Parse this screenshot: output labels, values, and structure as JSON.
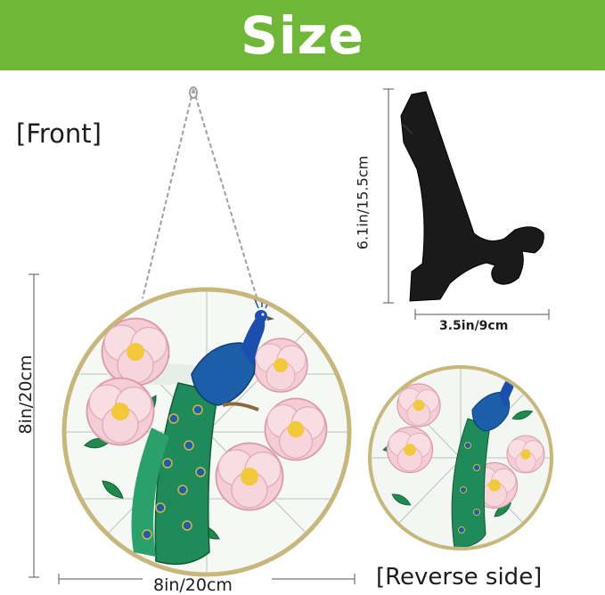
{
  "banner": {
    "title": "Size"
  },
  "front": {
    "label": "[Front]",
    "width_label": "8in/20cm",
    "height_label": "8in/20cm"
  },
  "stand": {
    "height_label": "6.1in/15.5cm",
    "width_label": "3.5in/9cm"
  },
  "reverse": {
    "label": "[Reverse side]"
  },
  "colors": {
    "banner": "#6fb837",
    "leaf": "#1f8a4c",
    "peacock_blue": "#1c5fa8",
    "peony_pink": "#f2c6cf",
    "stand": "#1a1a1a"
  },
  "icons": [
    "chain-icon",
    "peacock-suncatcher-front",
    "peacock-suncatcher-reverse",
    "plate-stand-icon"
  ]
}
